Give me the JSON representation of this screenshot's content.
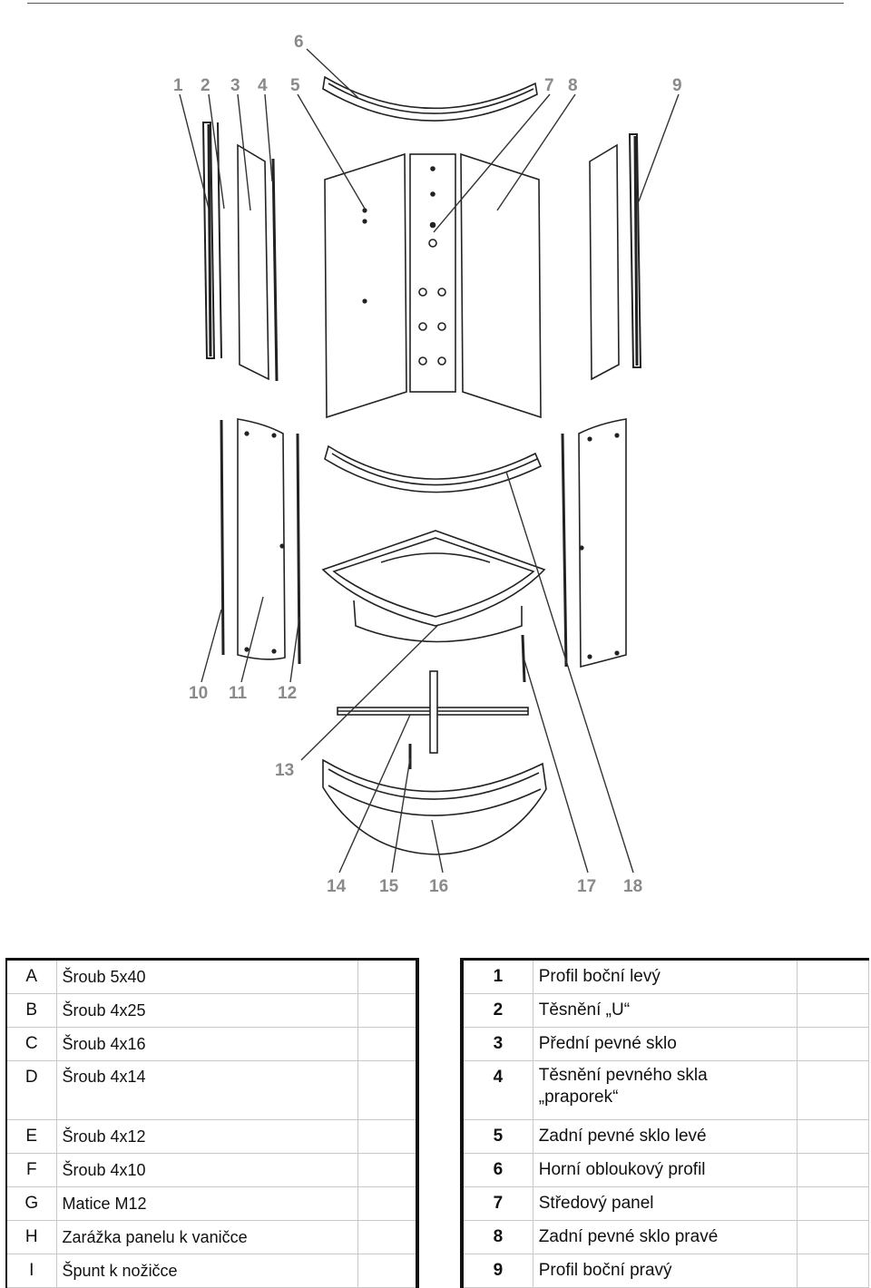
{
  "diagram": {
    "callouts": [
      "1",
      "2",
      "3",
      "4",
      "5",
      "6",
      "7",
      "8",
      "9",
      "10",
      "11",
      "12",
      "13",
      "14",
      "15",
      "16",
      "17",
      "18"
    ]
  },
  "parts_left": [
    {
      "code": "A",
      "name": "Šroub 5x40"
    },
    {
      "code": "B",
      "name": "Šroub 4x25"
    },
    {
      "code": "C",
      "name": "Šroub 4x16"
    },
    {
      "code": "D",
      "name": "Šroub 4x14"
    },
    {
      "code": "E",
      "name": "Šroub 4x12"
    },
    {
      "code": "F",
      "name": "Šroub 4x10"
    },
    {
      "code": "G",
      "name": "Matice M12"
    },
    {
      "code": "H",
      "name": "Zarážka panelu k vaničce"
    },
    {
      "code": "I",
      "name": "Špunt k nožičce"
    }
  ],
  "parts_right": [
    {
      "code": "1",
      "name": "Profil boční levý"
    },
    {
      "code": "2",
      "name": "Těsnění „U“"
    },
    {
      "code": "3",
      "name": "Přední pevné sklo"
    },
    {
      "code": "4",
      "name": "Těsnění pevného skla „praporek“"
    },
    {
      "code": "5",
      "name": "Zadní pevné sklo levé"
    },
    {
      "code": "6",
      "name": "Horní obloukový profil"
    },
    {
      "code": "7",
      "name": "Středový panel"
    },
    {
      "code": "8",
      "name": "Zadní pevné sklo pravé"
    },
    {
      "code": "9",
      "name": "Profil boční pravý"
    }
  ]
}
